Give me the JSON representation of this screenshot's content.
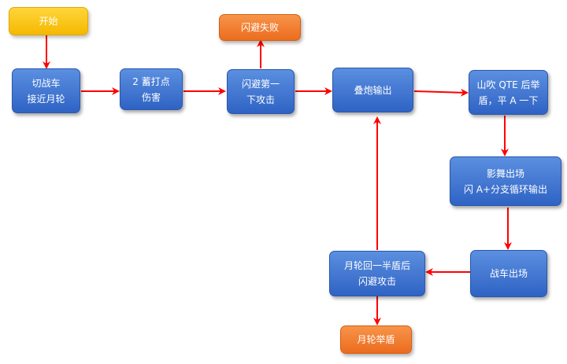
{
  "nodes": {
    "start": "开始",
    "switch_chariot": "切战车\n接近月轮",
    "charge_hit": "2 蓄打点\n伤害",
    "dodge_first": "闪避第一\n下攻击",
    "dodge_fail": "闪避失败",
    "stack_output": "叠炮输出",
    "yamabuki_qte": "山吹 QTE 后举\n盾，平 A 一下",
    "shadow_dance": "影舞出场\n闪 A+分支循环输出",
    "chariot_enter": "战车出场",
    "moon_return": "月轮回一半盾后\n闪避攻击",
    "moon_shield": "月轮举盾"
  },
  "colors": {
    "node_blue": "#3a6fd0",
    "node_orange": "#ef7a2c",
    "node_yellow": "#ffc61a",
    "arrow_red": "#ff0000"
  }
}
